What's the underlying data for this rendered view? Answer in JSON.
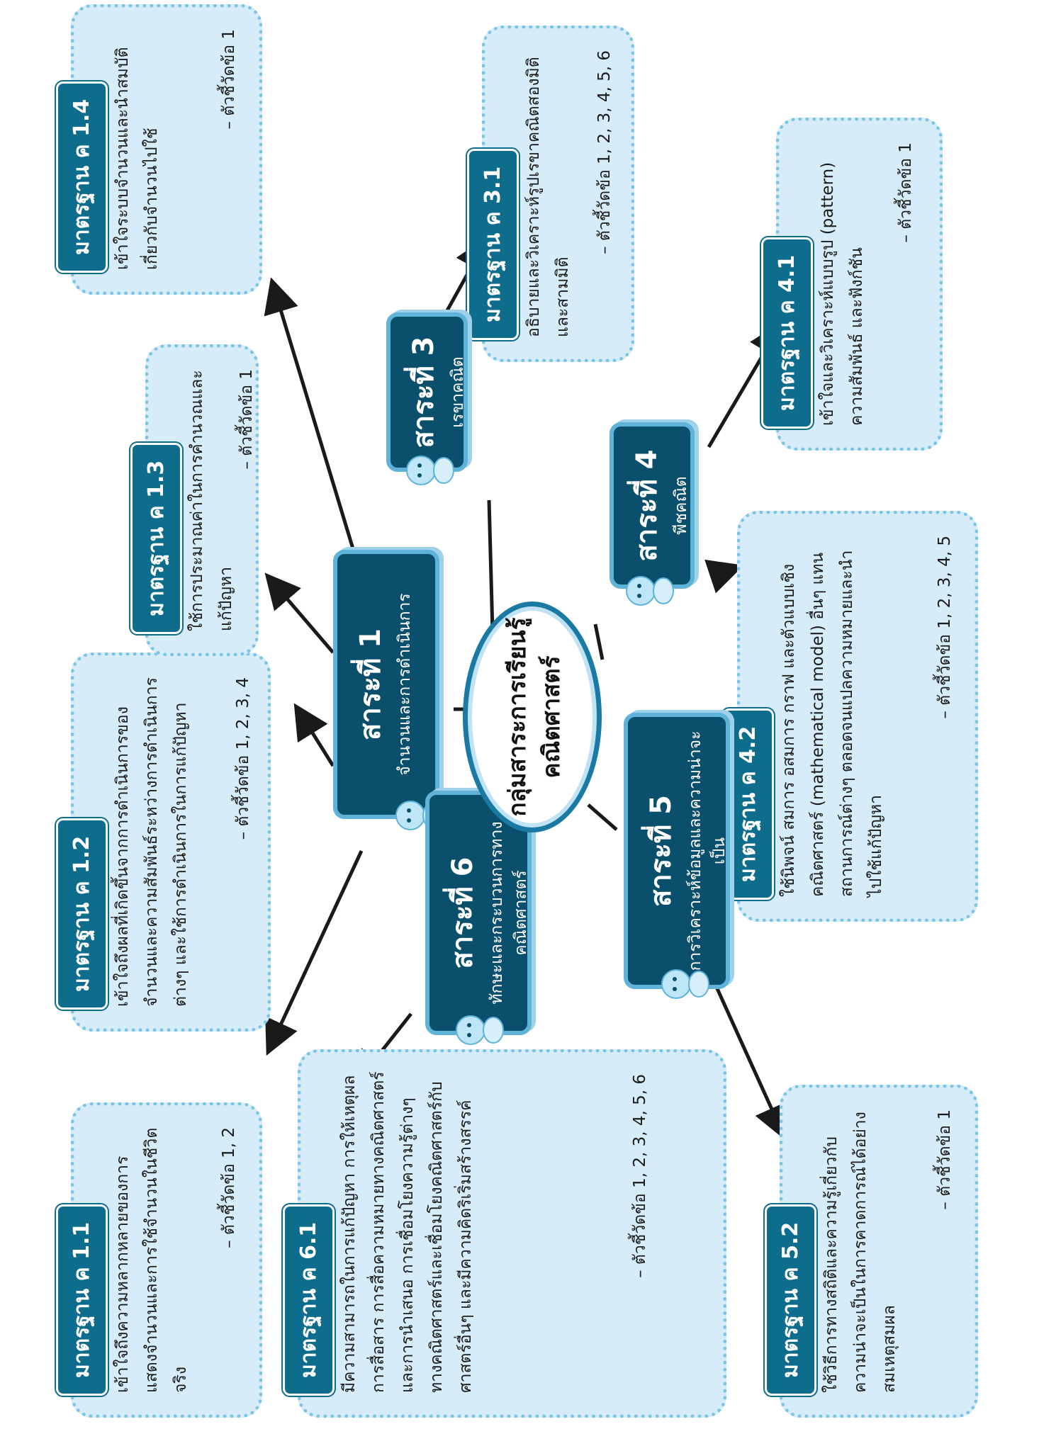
{
  "center": {
    "line1": "กลุ่มสาระการเรียนรู้",
    "line2": "คณิตศาสตร์"
  },
  "strands": {
    "s1": {
      "title": "สาระที่ 1",
      "subtitle": "จำนวนและการดำเนินการ"
    },
    "s3": {
      "title": "สาระที่ 3",
      "subtitle": "เรขาคณิต"
    },
    "s4": {
      "title": "สาระที่ 4",
      "subtitle": "พีชคณิต"
    },
    "s5": {
      "title": "สาระที่ 5",
      "subtitle": "การวิเคราะห์ข้อมูลและความน่าจะเป็น"
    },
    "s6": {
      "title": "สาระที่ 6",
      "subtitle": "ทักษะและกระบวนการทางคณิตศาสตร์"
    }
  },
  "standards": {
    "c1_1": {
      "label": "มาตรฐาน ค 1.1",
      "text": "เข้าใจถึงความหลากหลายของการแสดงจำนวนและการใช้จำนวนในชีวิตจริง",
      "indicators": "– ตัวชี้วัดข้อ 1, 2"
    },
    "c1_2": {
      "label": "มาตรฐาน ค 1.2",
      "text": "เข้าใจถึงผลที่เกิดขึ้นจากการดำเนินการของจำนวนและความสัมพันธ์ระหว่างการดำเนินการต่างๆ และใช้การดำเนินการในการแก้ปัญหา",
      "indicators": "– ตัวชี้วัดข้อ 1, 2, 3, 4"
    },
    "c1_3": {
      "label": "มาตรฐาน ค 1.3",
      "text": "ใช้การประมาณค่าในการคำนวณและแก้ปัญหา",
      "indicators": "– ตัวชี้วัดข้อ 1"
    },
    "c1_4": {
      "label": "มาตรฐาน ค 1.4",
      "text": "เข้าใจระบบจำนวนและนำสมบัติเกี่ยวกับจำนวนไปใช้",
      "indicators": "– ตัวชี้วัดข้อ 1"
    },
    "c3_1": {
      "label": "มาตรฐาน ค 3.1",
      "text": "อธิบายและวิเคราะห์รูปเรขาคณิตสองมิติและสามมิติ",
      "indicators": "– ตัวชี้วัดข้อ 1, 2, 3, 4, 5, 6"
    },
    "c4_1": {
      "label": "มาตรฐาน ค 4.1",
      "text": "เข้าใจและวิเคราะห์แบบรูป (pattern) ความสัมพันธ์ และฟังก์ชัน",
      "indicators": "– ตัวชี้วัดข้อ 1"
    },
    "c4_2": {
      "label": "มาตรฐาน ค 4.2",
      "text": "ใช้นิพจน์ สมการ อสมการ กราฟ และตัวแบบเชิงคณิตศาสตร์ (mathematical model) อื่นๆ แทนสถานการณ์ต่างๆ ตลอดจนแปลความหมายและนำไปใช้แก้ปัญหา",
      "indicators": "– ตัวชี้วัดข้อ 1, 2, 3, 4, 5"
    },
    "c5_2": {
      "label": "มาตรฐาน ค 5.2",
      "text": "ใช้วิธีการทางสถิติและความรู้เกี่ยวกับความน่าจะเป็นในการคาดการณ์ได้อย่างสมเหตุสมผล",
      "indicators": "– ตัวชี้วัดข้อ 1"
    },
    "c6_1": {
      "label": "มาตรฐาน ค 6.1",
      "text": "มีความสามารถในการแก้ปัญหา การให้เหตุผล การสื่อสาร การสื่อความหมายทางคณิตศาสตร์ และการนำเสนอ การเชื่อมโยงความรู้ต่างๆ ทางคณิตศาสตร์และเชื่อมโยงคณิตศาสตร์กับศาสตร์อื่นๆ และมีความคิดริเริ่มสร้างสรรค์",
      "indicators": "– ตัวชี้วัดข้อ 1, 2, 3, 4, 5, 6"
    }
  },
  "colors": {
    "node": "#0a4f6c",
    "node_border": "#5fb3d8",
    "card": "#d6ecf8",
    "card_border": "#7cc4e6",
    "badge": "#0e6c8c",
    "line": "#1a1a1a"
  }
}
